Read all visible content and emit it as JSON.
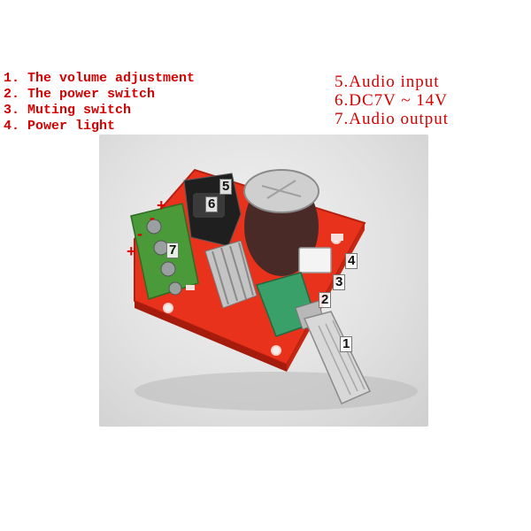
{
  "legend_left": [
    "1. The volume adjustment",
    "2. The power switch",
    "3. Muting switch",
    "4. Power light"
  ],
  "legend_right": [
    "5.Audio input",
    "6.DC7V ~ 14V",
    "7.Audio output"
  ],
  "photo_tags": {
    "t1": "1",
    "t2": "2",
    "t3": "3",
    "t4": "4",
    "t5": "5",
    "t6": "6",
    "t7": "7",
    "plus_a": "+",
    "minus_a": "-",
    "minus_b": "-",
    "plus_b": "+"
  },
  "colors": {
    "legend_text": "#d60000",
    "pcb": "#e8321c",
    "terminal_block": "#4a9a3a",
    "potentiometer": "#3aa06a"
  }
}
